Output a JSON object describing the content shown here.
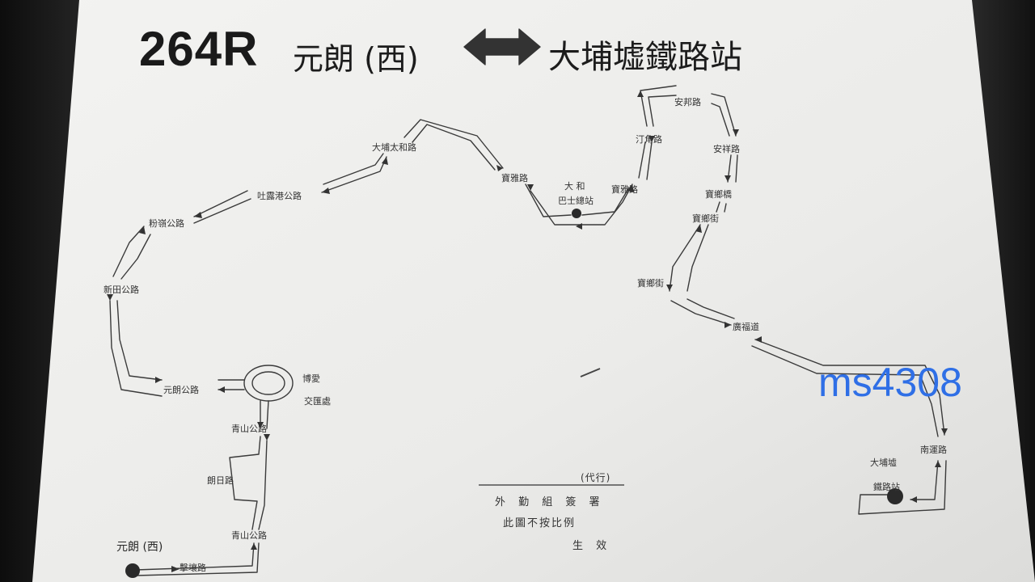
{
  "header": {
    "route_number": "264R",
    "origin": "元朗 (西)",
    "destination": "大埔墟鐵路站",
    "arrow_icon": "double-arrow-icon"
  },
  "stops": {
    "yuen_long_west": "元朗 (西)",
    "kik_yeung_rd": "擊壤路",
    "castle_peak_rd_lower": "青山公路",
    "shing_yip_rd": "朗日路",
    "castle_peak_rd_upper": "青山公路",
    "yuen_long_highway": "元朗公路",
    "pok_oi_1": "博愛",
    "pok_oi_2": "交匯處",
    "san_tin_highway": "新田公路",
    "fanling_highway": "粉嶺公路",
    "tolo_highway": "吐露港公路",
    "tai_po_tai_wo_rd": "大埔太和路",
    "po_nga_rd_left": "寶雅路",
    "tai_wo_1": "大 和",
    "tai_wo_2": "巴士總站",
    "po_nga_rd_right": "寶雅路",
    "ting_kok_rd": "汀角路",
    "on_cheung_rd": "安邦路",
    "on_po_rd": "安祥路",
    "po_heung_bridge": "寶鄉橋",
    "po_heung_st_upper": "寶鄉街",
    "po_heung_st_lower": "寶鄉街",
    "kwong_fuk_rd": "廣福道",
    "nam_wan_rd": "南運路",
    "tai_po_market_1": "大埔墟",
    "tai_po_market_2": "鐵路站"
  },
  "notes": {
    "signed": "(代行)",
    "dept": "外 勤 組 簽 署",
    "scale": "此圖不按比例",
    "effective": "生 效"
  },
  "watermark": "ms4308",
  "colors": {
    "paper": "#eeeeec",
    "ink": "#2a2a2a",
    "watermark": "#2f6fe6"
  }
}
